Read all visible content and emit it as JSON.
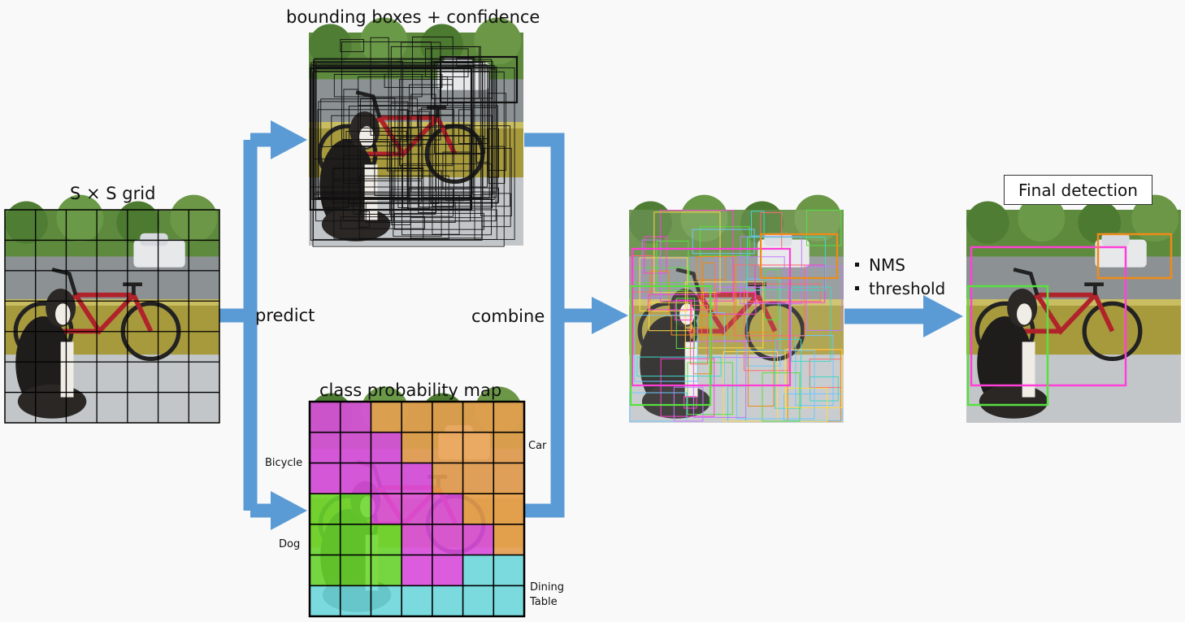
{
  "labels": {
    "grid": "S × S grid",
    "boxes": "bounding boxes + confidence",
    "probmap": "class probability map",
    "predict": "predict",
    "combine": "combine",
    "final": "Final detection"
  },
  "postprocess": [
    "NMS",
    "threshold"
  ],
  "classes": {
    "bicycle": "Bicycle",
    "car": "Car",
    "dog": "Dog",
    "table": "Dining Table"
  },
  "class_colors": {
    "bicycle": "#de4fe0",
    "car": "#eaa050",
    "dog": "#6bd82e",
    "table": "#6fdde0"
  },
  "detection_colors": {
    "bicycle": "#ff3fd8",
    "car": "#f08a18",
    "dog": "#58e040"
  },
  "grid_size": 7,
  "class_grid": [
    [
      "bicycle",
      "bicycle",
      "car",
      "car",
      "car",
      "car",
      "car"
    ],
    [
      "bicycle",
      "bicycle",
      "bicycle",
      "car",
      "car",
      "car",
      "car"
    ],
    [
      "bicycle",
      "bicycle",
      "bicycle",
      "bicycle",
      "car",
      "car",
      "car"
    ],
    [
      "dog",
      "dog",
      "bicycle",
      "bicycle",
      "bicycle",
      "car",
      "car"
    ],
    [
      "dog",
      "dog",
      "dog",
      "bicycle",
      "bicycle",
      "bicycle",
      "car"
    ],
    [
      "dog",
      "dog",
      "dog",
      "bicycle",
      "bicycle",
      "table",
      "table"
    ],
    [
      "table",
      "table",
      "table",
      "table",
      "table",
      "table",
      "table"
    ]
  ],
  "arrow_color": "#5b9bd5"
}
